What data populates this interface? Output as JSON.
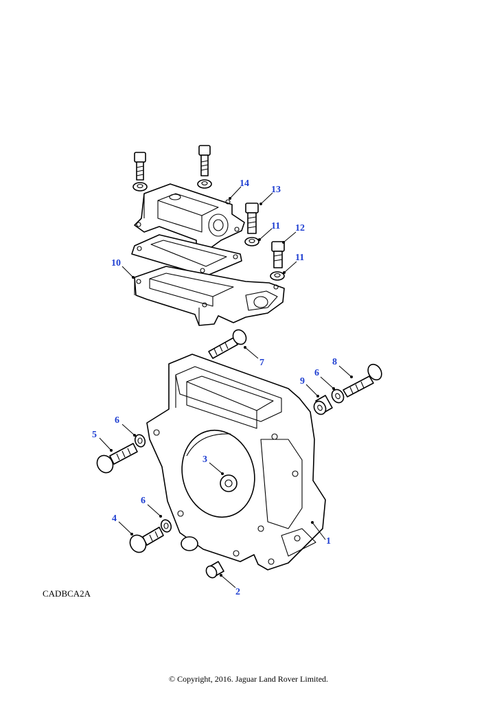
{
  "reference_code": "CADBCA2A",
  "copyright": "© Copyright, 2016. Jaguar Land Rover Limited.",
  "callouts": {
    "c1": "1",
    "c2": "2",
    "c3": "3",
    "c4": "4",
    "c5": "5",
    "c6a": "6",
    "c6b": "6",
    "c6c": "6",
    "c7": "7",
    "c8": "8",
    "c9": "9",
    "c10": "10",
    "c11a": "11",
    "c11b": "11",
    "c12": "12",
    "c13": "13",
    "c14": "14"
  },
  "colors": {
    "callout": "#1f3fd1",
    "line": "#000000",
    "background": "#ffffff"
  }
}
